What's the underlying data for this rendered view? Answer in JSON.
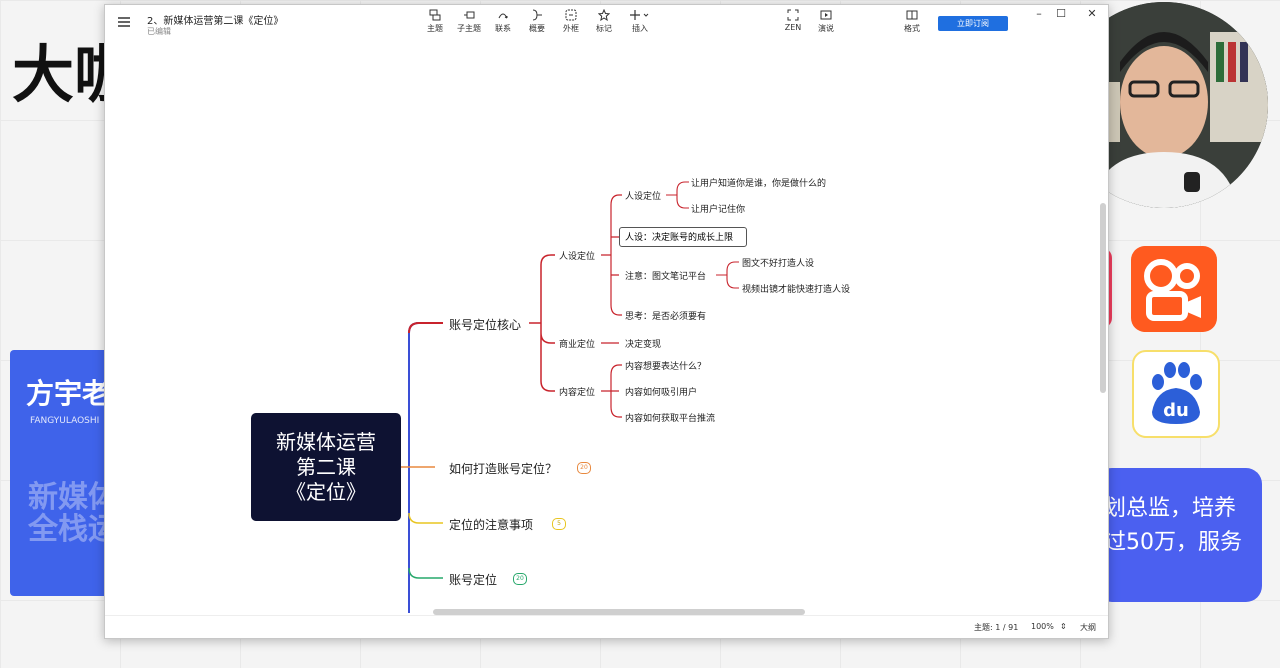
{
  "background": {
    "big_title": "大咖",
    "card_name": "方宇老",
    "card_latin": "FANGYULAOSHI",
    "card_slogan": "新媒体\n全栈运",
    "promo_text": "划总监，培养\n过50万，服务"
  },
  "app": {
    "doc_title": "2、新媒体运营第二课《定位》",
    "doc_status": "已编辑",
    "toolbar": [
      {
        "label": "主题",
        "icon": "topic-icon"
      },
      {
        "label": "子主题",
        "icon": "subtopic-icon"
      },
      {
        "label": "联系",
        "icon": "relationship-icon"
      },
      {
        "label": "概要",
        "icon": "summary-icon"
      },
      {
        "label": "外框",
        "icon": "boundary-icon"
      },
      {
        "label": "标记",
        "icon": "star-icon"
      },
      {
        "label": "插入",
        "icon": "plus-icon"
      }
    ],
    "toolbar_right": [
      {
        "label": "ZEN",
        "icon": "zen-icon"
      },
      {
        "label": "演说",
        "icon": "play-icon"
      },
      {
        "label": "格式",
        "icon": "format-panel-icon"
      }
    ],
    "subscribe_label": "立即订阅",
    "window_controls": [
      "–",
      "☐",
      "✕"
    ],
    "status": {
      "topic_count": "主题: 1 / 91",
      "zoom": "100%",
      "outline": "大纲"
    }
  },
  "mindmap": {
    "root": [
      "新媒体运营",
      "第二课",
      "《定位》"
    ],
    "branch1": {
      "label": "账号定位核心",
      "persona": {
        "label": "人设定位",
        "sub1": {
          "label": "人设定位",
          "children": [
            "让用户知道你是谁，你是做什么的",
            "让用户记住你"
          ]
        },
        "boxed": "人设：决定账号的成长上限",
        "sub2": {
          "label": "注意：图文笔记平台",
          "children": [
            "图文不好打造人设",
            "视频出镜才能快速打造人设"
          ]
        },
        "sub3": "思考：是否必须要有"
      },
      "business": {
        "label": "商业定位",
        "child": "决定变现"
      },
      "content": {
        "label": "内容定位",
        "children": [
          "内容想要表达什么？",
          "内容如何吸引用户",
          "内容如何获取平台推流"
        ]
      }
    },
    "branch2": {
      "label": "如何打造账号定位？",
      "count": "20"
    },
    "branch3": {
      "label": "定位的注意事项",
      "count": "5"
    },
    "branch4": {
      "label": "账号定位",
      "count": "20"
    },
    "colors": {
      "branch1": "#c8232c",
      "branch2": "#e8893f",
      "branch3": "#e8c521",
      "branch4": "#27a86b",
      "trunk": "#3a4fd6"
    }
  }
}
